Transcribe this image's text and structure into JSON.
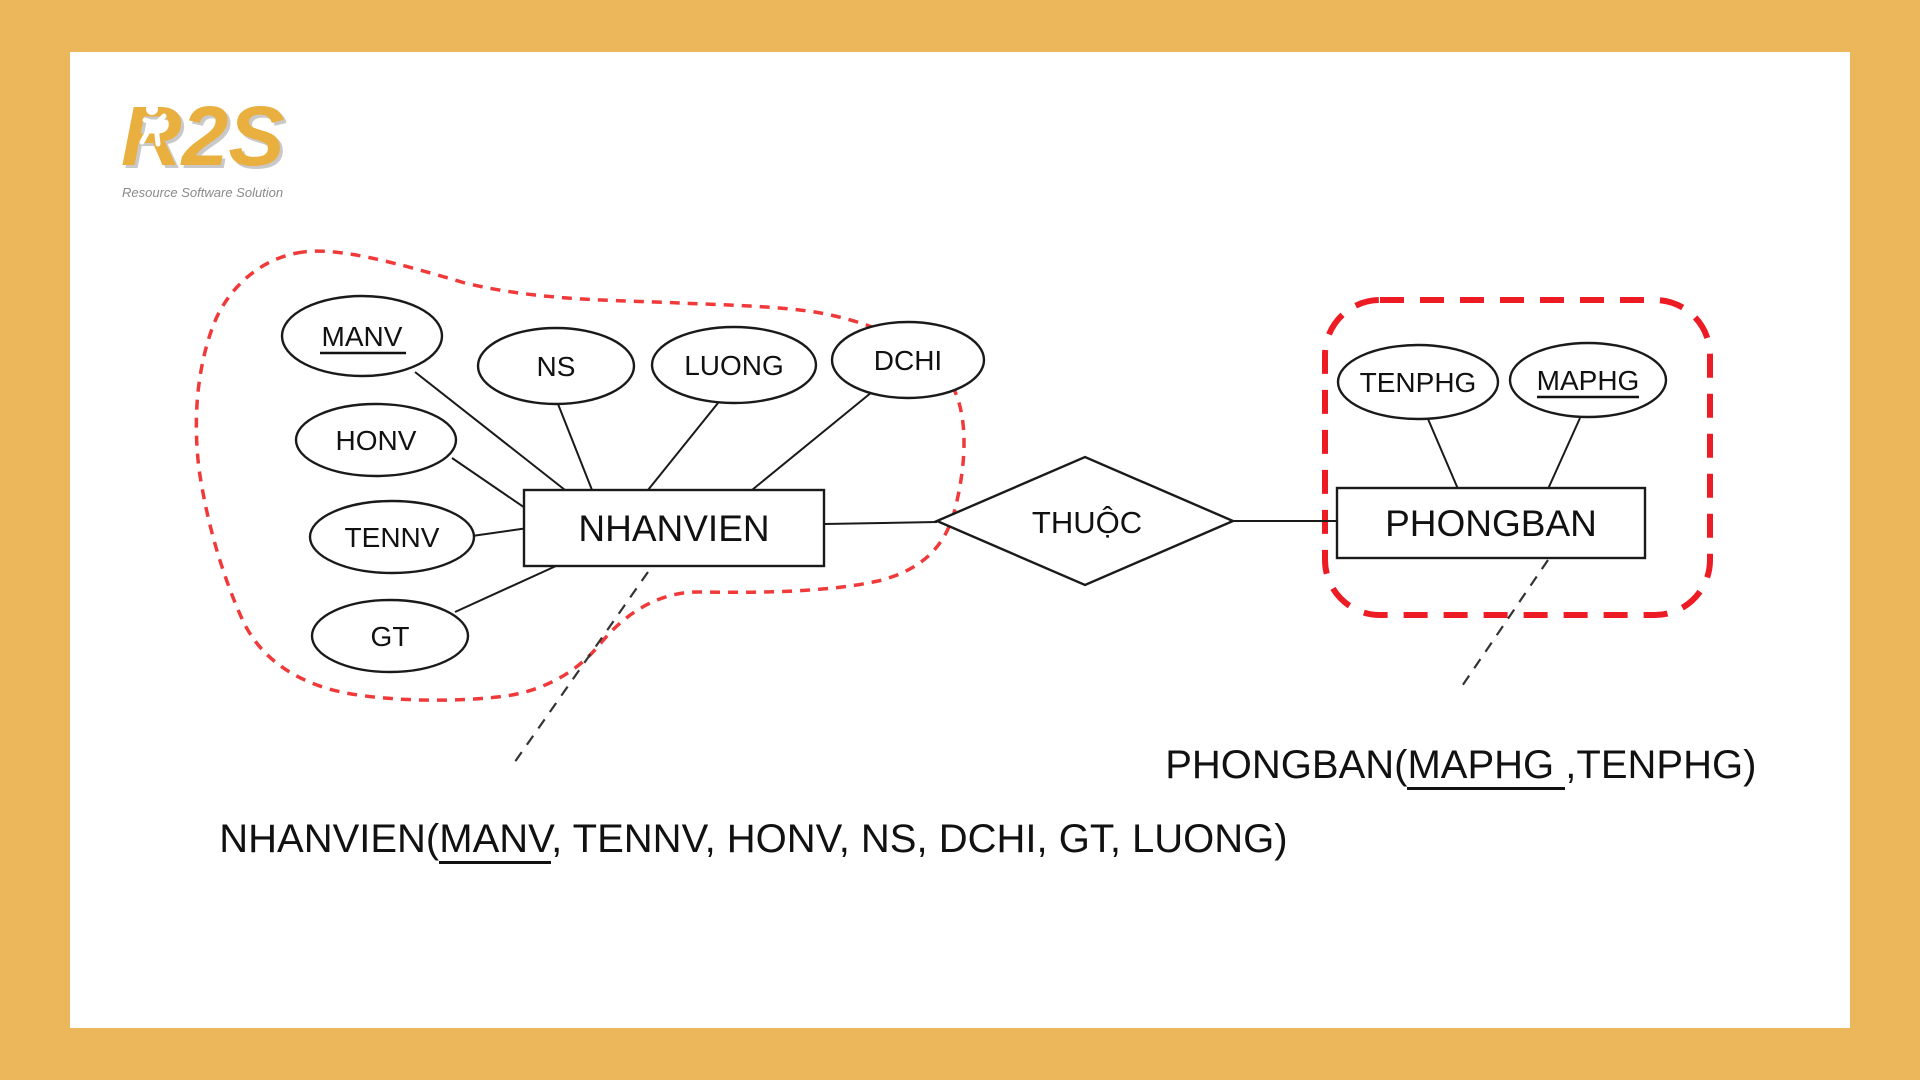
{
  "logo": {
    "brand": "R2S",
    "caption": "Resource Software Solution",
    "gold": "#E9AF3F",
    "shadow": "#c9c9c9"
  },
  "colors": {
    "background": "#ECB75B",
    "panel": "#FFFFFF",
    "stroke": "#1A1A1A",
    "group_outline_red": "#ED1C24",
    "blob_red": "#F03A3A"
  },
  "diagram": {
    "entities": [
      {
        "id": "nhanvien",
        "label": "NHANVIEN"
      },
      {
        "id": "phongban",
        "label": "PHONGBAN"
      }
    ],
    "relationship": {
      "label": "THUỘC"
    },
    "attributes": {
      "nhanvien": [
        {
          "label": "MANV",
          "key": true
        },
        {
          "label": "NS",
          "key": false
        },
        {
          "label": "LUONG",
          "key": false
        },
        {
          "label": "DCHI",
          "key": false
        },
        {
          "label": "HONV",
          "key": false
        },
        {
          "label": "TENNV",
          "key": false
        },
        {
          "label": "GT",
          "key": false
        }
      ],
      "phongban": [
        {
          "label": "TENPHG",
          "key": false
        },
        {
          "label": "MAPHG",
          "key": true
        }
      ]
    }
  },
  "schemas": {
    "nhanvien": {
      "prefix": "NHANVIEN(",
      "key": "MANV",
      "suffix": ", TENNV, HONV, NS, DCHI, GT, LUONG)"
    },
    "phongban": {
      "prefix": "PHONGBAN(",
      "key": "MAPHG ",
      "suffix": ",TENPHG)"
    }
  }
}
